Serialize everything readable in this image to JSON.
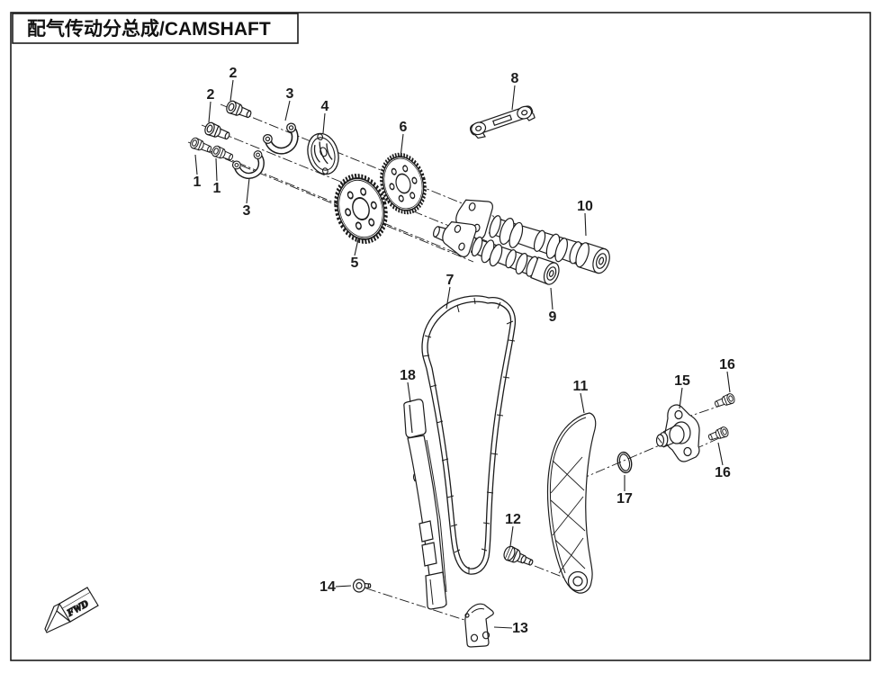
{
  "header": {
    "title": "配气传动分总成/CAMSHAFT"
  },
  "orientation_marker": {
    "label": "FWD"
  },
  "colors": {
    "line": "#1c1c1c",
    "background": "#ffffff"
  },
  "callouts": [
    {
      "id": "1a",
      "label": "1"
    },
    {
      "id": "1b",
      "label": "1"
    },
    {
      "id": "2a",
      "label": "2"
    },
    {
      "id": "2b",
      "label": "2"
    },
    {
      "id": "3a",
      "label": "3"
    },
    {
      "id": "3b",
      "label": "3"
    },
    {
      "id": "4",
      "label": "4"
    },
    {
      "id": "5",
      "label": "5"
    },
    {
      "id": "6",
      "label": "6"
    },
    {
      "id": "7",
      "label": "7"
    },
    {
      "id": "8",
      "label": "8"
    },
    {
      "id": "9",
      "label": "9"
    },
    {
      "id": "10",
      "label": "10"
    },
    {
      "id": "11",
      "label": "11"
    },
    {
      "id": "12",
      "label": "12"
    },
    {
      "id": "13",
      "label": "13"
    },
    {
      "id": "14",
      "label": "14"
    },
    {
      "id": "15",
      "label": "15"
    },
    {
      "id": "16a",
      "label": "16"
    },
    {
      "id": "16b",
      "label": "16"
    },
    {
      "id": "17",
      "label": "17"
    },
    {
      "id": "18",
      "label": "18"
    }
  ]
}
